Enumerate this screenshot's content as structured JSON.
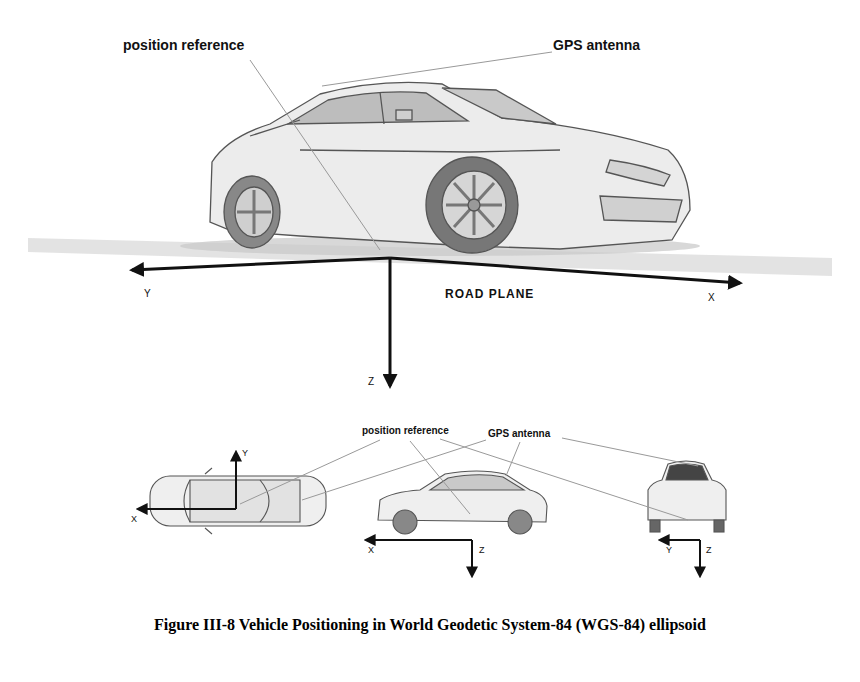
{
  "diagram": {
    "caption": "Figure III-8 Vehicle Positioning in World Geodetic System-84 (WGS-84) ellipsoid",
    "labels": [
      "position reference",
      "GPS antenna",
      "Y",
      "ROAD PLANE",
      "X",
      "Z",
      "position reference",
      "GPS antenna",
      "Y",
      "X",
      "X",
      "Z",
      "Y",
      "Z"
    ]
  }
}
